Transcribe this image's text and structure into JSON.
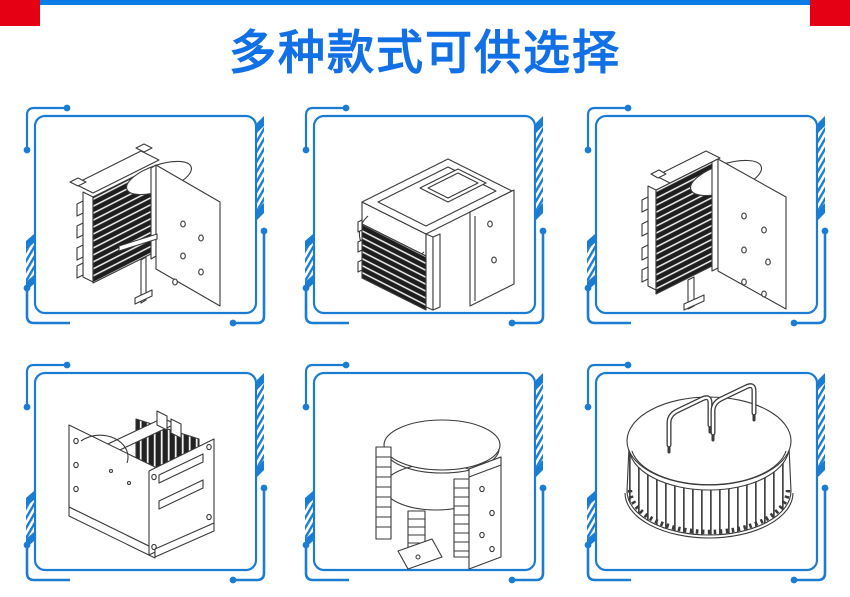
{
  "page": {
    "title": "多种款式可供选择",
    "colors": {
      "background": "#ffffff",
      "top_bar": "#0b7ce6",
      "corner_accent": "#e60014",
      "title_text": "#1270e6",
      "frame": "#1b7cd4",
      "drawing_lines": "#3a3a3a",
      "fin_fill": "#1e1e1e"
    }
  },
  "panels": [
    {
      "icon": "finned-cassette-heatsink-drawing"
    },
    {
      "icon": "framed-box-heatsink-drawing"
    },
    {
      "icon": "finned-cassette-round-plate-drawing"
    },
    {
      "icon": "open-cage-vertical-fins-drawing"
    },
    {
      "icon": "stacked-wafer-carrier-drawing"
    },
    {
      "icon": "round-drum-heatsink-drawing"
    }
  ]
}
